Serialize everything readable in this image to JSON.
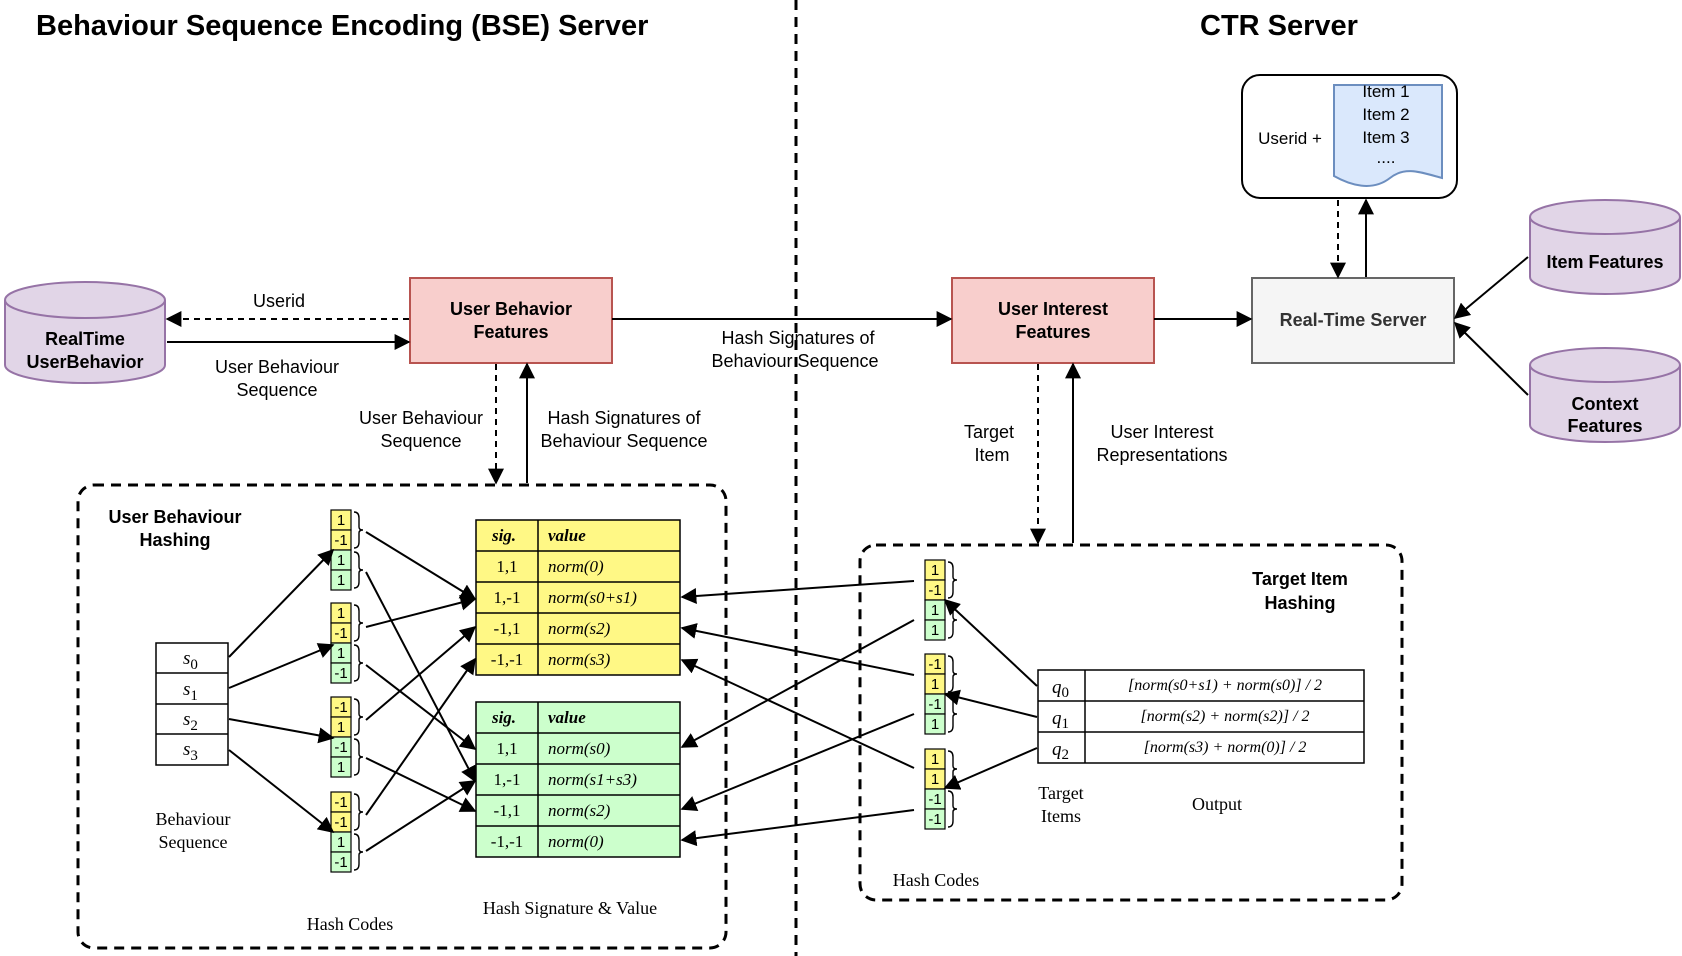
{
  "titles": {
    "bse_server": "Behaviour Sequence Encoding (BSE) Server",
    "ctr_server": "CTR Server"
  },
  "nodes": {
    "realtime_user_behavior": [
      "RealTime",
      "UserBehavior"
    ],
    "user_behavior_features": [
      "User Behavior",
      "Features"
    ],
    "user_interest_features": [
      "User Interest",
      "Features"
    ],
    "realtime_server": "Real-Time Server",
    "item_features": "Item Features",
    "context_features": [
      "Context",
      "Features"
    ],
    "output_box": {
      "prefix": "Userid +",
      "items": [
        "Item 1",
        "Item 2",
        "Item 3",
        "...."
      ]
    }
  },
  "edge_labels": {
    "userid": "Userid",
    "user_behaviour_sequence_top": [
      "User Behaviour",
      "Sequence"
    ],
    "hash_signatures_top": [
      "Hash Signatures of",
      "Behaviour Sequence"
    ],
    "user_behaviour_sequence_down": [
      "User Behaviour",
      "Sequence"
    ],
    "hash_signatures_up": [
      "Hash Signatures of",
      "Behaviour Sequence"
    ],
    "target_item": [
      "Target",
      "Item"
    ],
    "user_interest_representations": [
      "User Interest",
      "Representations"
    ]
  },
  "ubh": {
    "title": [
      "User Behaviour",
      "Hashing"
    ],
    "sequence": [
      "s",
      "s",
      "s",
      "s"
    ],
    "sequence_subscripts": [
      "0",
      "1",
      "2",
      "3"
    ],
    "sequence_label": [
      "Behaviour",
      "Sequence"
    ],
    "hash_codes_label": "Hash Codes",
    "hash_sig_label": "Hash Signature & Value",
    "hash_codes": [
      [
        "1",
        "-1",
        "1",
        "1"
      ],
      [
        "1",
        "-1",
        "1",
        "-1"
      ],
      [
        "-1",
        "1",
        "-1",
        "1"
      ],
      [
        "-1",
        "-1",
        "1",
        "-1"
      ]
    ],
    "table_headers": [
      "sig.",
      "value"
    ],
    "table1": {
      "sigs": [
        "1,1",
        "1,-1",
        "-1,1",
        "-1,-1"
      ],
      "values": [
        "norm(0)",
        "norm(s0+s1)",
        "norm(s2)",
        "norm(s3)"
      ]
    },
    "table2": {
      "sigs": [
        "1,1",
        "1,-1",
        "-1,1",
        "-1,-1"
      ],
      "values": [
        "norm(s0)",
        "norm(s1+s3)",
        "norm(s2)",
        "norm(0)"
      ]
    }
  },
  "tih": {
    "title": [
      "Target Item",
      "Hashing"
    ],
    "hash_codes": [
      [
        "1",
        "-1",
        "1",
        "1"
      ],
      [
        "-1",
        "1",
        "-1",
        "1"
      ],
      [
        "1",
        "1",
        "-1",
        "-1"
      ]
    ],
    "hash_codes_label": "Hash Codes",
    "target_items": [
      "q",
      "q",
      "q"
    ],
    "target_subscripts": [
      "0",
      "1",
      "2"
    ],
    "outputs": [
      "[norm(s0+s1) + norm(s0)] / 2",
      "[norm(s2) + norm(s2)] / 2",
      "[norm(s3) + norm(0)] / 2"
    ],
    "target_items_label": [
      "Target",
      "Items"
    ],
    "output_label": "Output"
  },
  "colors": {
    "bse_node_fill": "#f8cecc",
    "bse_node_stroke": "#b85450",
    "db_fill": "#e1d5e7",
    "db_stroke": "#9673a6",
    "server_fill": "#f5f5f5",
    "server_stroke": "#666666",
    "yellow": "#fff885",
    "green": "#ccffcc",
    "doc_fill": "#dae8fc",
    "doc_stroke": "#6c8ebf"
  }
}
